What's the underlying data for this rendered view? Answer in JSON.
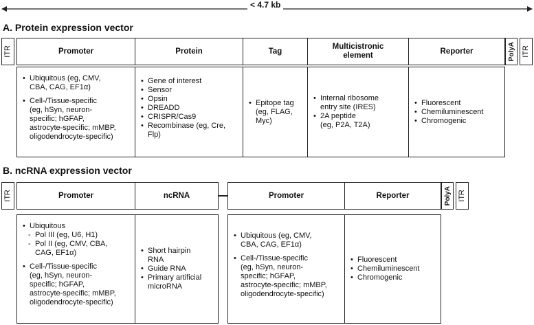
{
  "size_label": "< 4.7 kb",
  "section_a": {
    "title": "A. Protein expression vector",
    "headers": {
      "itr_left": "ITR",
      "promoter": "Promoter",
      "protein": "Protein",
      "tag": "Tag",
      "multicistronic": "Multicistronic\nelement",
      "reporter": "Reporter",
      "polya": "PolyA",
      "itr_right": "ITR"
    },
    "promoter_items": [
      "Ubiquitous (eg, CMV,\nCBA, CAG, EF1α)",
      "Cell-/Tissue-specific\n(eg, hSyn, neuron-\nspecific; hGFAP,\nastrocyte-specific; mMBP,\noligodendrocyte-specific)"
    ],
    "protein_items": [
      "Gene of interest",
      "Sensor",
      "Opsin",
      "DREADD",
      "CRISPR/Cas9",
      "Recombinase (eg, Cre,\nFlp)"
    ],
    "tag_items": [
      "Epitope tag\n(eg, FLAG,\nMyc)"
    ],
    "multicistronic_items": [
      "Internal ribosome\nentry site (IRES)",
      "2A peptide\n(eg, P2A, T2A)"
    ],
    "reporter_items": [
      "Fluorescent",
      "Chemiluminescent",
      "Chromogenic"
    ]
  },
  "section_b": {
    "title": "B. ncRNA expression vector",
    "headers": {
      "itr_left": "ITR",
      "promoter1": "Promoter",
      "ncrna": "ncRNA",
      "promoter2": "Promoter",
      "reporter": "Reporter",
      "polya": "PolyA",
      "itr_right": "ITR"
    },
    "promoter1_main": "Ubiquitous",
    "promoter1_subs": [
      "Pol III (eg, U6, H1)",
      "Pol II (eg, CMV, CBA,\nCAG, EF1α)"
    ],
    "promoter1_items": [
      "Cell-/Tissue-specific\n(eg, hSyn, neuron-\nspecific; hGFAP,\nastrocyte-specific; mMBP,\noligodendrocyte-specific)"
    ],
    "ncrna_items": [
      "Short hairpin\nRNA",
      "Guide RNA",
      "Primary artificial\nmicroRNA"
    ],
    "promoter2_items": [
      "Ubiquitous (eg, CMV,\nCBA, CAG, EF1α)",
      "Cell-/Tissue-specific\n(eg, hSyn, neuron-\nspecific; hGFAP,\nastrocyte-specific; mMBP,\noligodendrocyte-specific)"
    ],
    "reporter_items": [
      "Fluorescent",
      "Chemiluminescent",
      "Chromogenic"
    ]
  }
}
